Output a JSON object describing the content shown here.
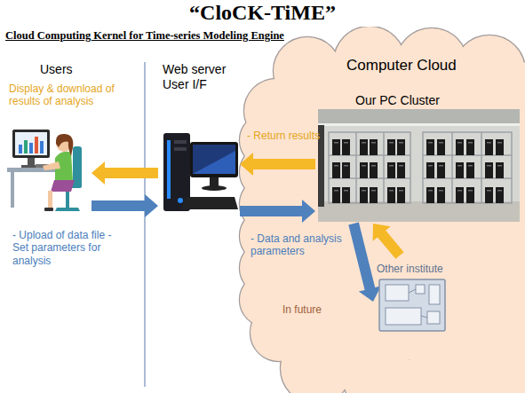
{
  "diagram": {
    "title": "“CloCK-TiME”",
    "nodes": [
      {
        "text": [
          "Users"
        ]
      },
      {
        "text": [
          "Web server User I/F"
        ]
      },
      {
        "text": [
          "Computer Cloud"
        ]
      },
      {
        "text": [
          "Our PC Cluster"
        ],
        "in": 2
      },
      {
        "text": [
          "Other institute"
        ],
        "in": 2
      }
    ],
    "edges": [
      {
        "from": 1,
        "to": 0,
        "arrow": "to"
      },
      {
        "from": 0,
        "to": 1,
        "arrow": "to"
      },
      {
        "from": 3,
        "to": 1,
        "arrow": "to"
      },
      {
        "from": 1,
        "to": 3,
        "arrow": "to"
      },
      {
        "from": 3,
        "to": 4,
        "arrow": "to"
      },
      {
        "from": 4,
        "to": 3,
        "arrow": "to"
      }
    ],
    "labels": [
      "Cloud Computing Kernel for Time-series Modeling Engine",
      "Display & download of results of analysis",
      "- Upload of data file - Set parameters for analysis",
      "- Return results",
      "- Data and analysis parameters",
      "In future"
    ]
  }
}
